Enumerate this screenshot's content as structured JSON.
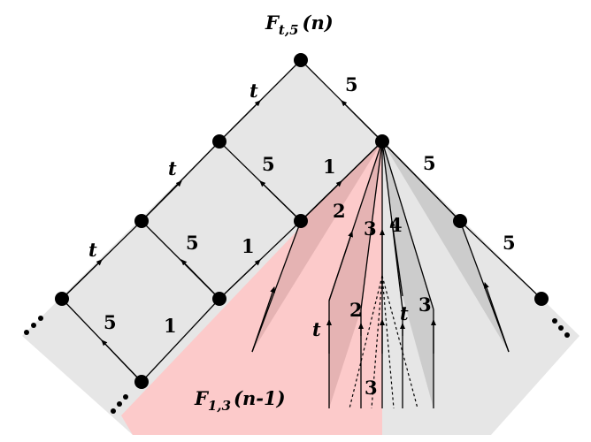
{
  "top_label": {
    "base": "F",
    "sub": "t,5",
    "arg": "(n)"
  },
  "bottom_label": {
    "base": "F",
    "sub": "1,3",
    "arg": "(n-1)"
  },
  "edge_labels": {
    "t": "t",
    "five": "5",
    "one": "1",
    "two": "2",
    "three": "3",
    "four": "4"
  },
  "ellipsis": "..."
}
